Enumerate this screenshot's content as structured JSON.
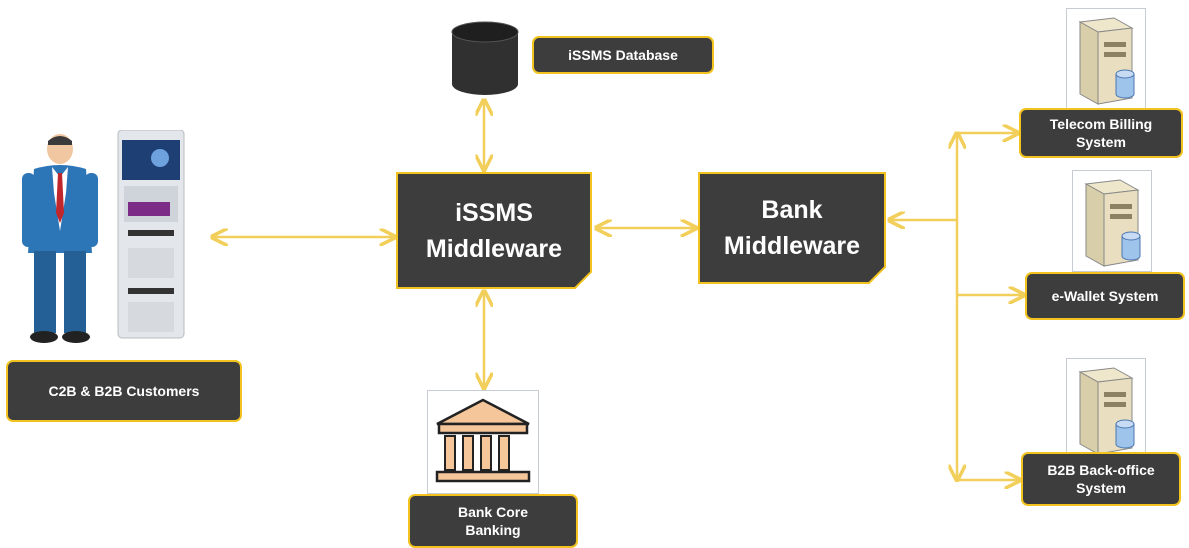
{
  "nodes": {
    "customers": "C2B & B2B Customers",
    "database": "iSSMS Database",
    "issms_middleware": "iSSMS Middleware",
    "bank_middleware": "Bank Middleware",
    "core_banking": "Bank Core Banking",
    "telecom": "Telecom Billing System",
    "ewallet": "e-Wallet System",
    "backoffice": "B2B Back-office System"
  },
  "colors": {
    "box_fill": "#3d3d3d",
    "box_border": "#f2c31e",
    "connector": "#f2cf5a",
    "text": "#ffffff"
  },
  "icons": [
    "person-icon",
    "atm-kiosk-icon",
    "database-cylinder-icon",
    "bank-building-icon",
    "server-icon"
  ]
}
